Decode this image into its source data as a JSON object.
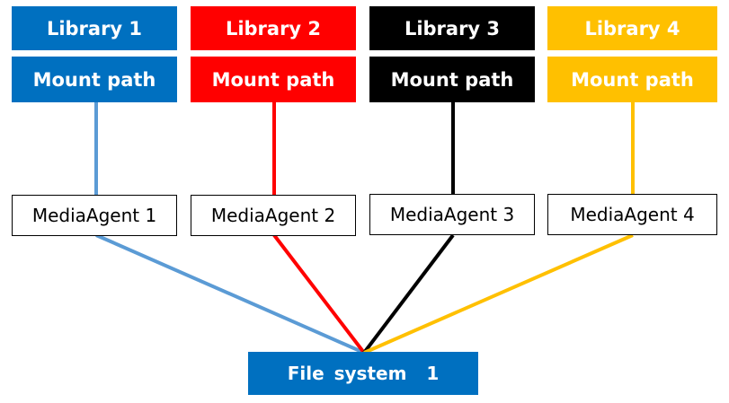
{
  "colors": {
    "library_1": "#0070c0",
    "library_2": "#ff0000",
    "library_3": "#000000",
    "library_4": "#ffc000",
    "line_1": "#5b9bd5",
    "line_2": "#ff0000",
    "line_3": "#000000",
    "line_4": "#ffc000",
    "file_system": "#0070c0"
  },
  "columns": [
    {
      "library": "Library 1",
      "mount": "Mount path",
      "agent": "MediaAgent 1"
    },
    {
      "library": "Library 2",
      "mount": "Mount path",
      "agent": "MediaAgent 2"
    },
    {
      "library": "Library 3",
      "mount": "Mount path",
      "agent": "MediaAgent 3"
    },
    {
      "library": "Library 4",
      "mount": "Mount path",
      "agent": "MediaAgent 4"
    }
  ],
  "file_system": {
    "label": "File system  1"
  }
}
